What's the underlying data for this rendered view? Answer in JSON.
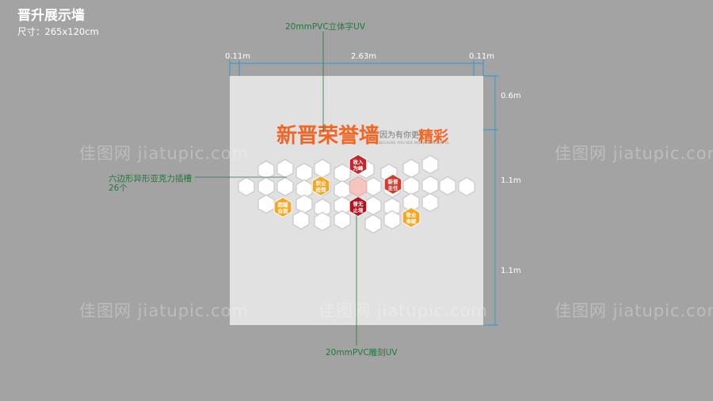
{
  "header": {
    "title": "晋升展示墙",
    "size": "尺寸：265x120cm"
  },
  "callouts": {
    "top": "20mmPVC立体字UV",
    "left_line1": "六边形异形亚克力插槽",
    "left_line2": "26个",
    "bottom": "20mmPVC雕刻UV"
  },
  "dimensions": {
    "width_left": "0.11m",
    "width_center": "2.63m",
    "width_right": "0.11m",
    "height_top": "0.6m",
    "height_middle": "1.1m",
    "height_bottom": "1.1m"
  },
  "wall": {
    "headline": "新晋荣誉墙",
    "slogan_cn": "因为有你更",
    "slogan_en": "BECAUSE YOU ARE MORE WONDERFUL",
    "highlight": "精彩",
    "badges": [
      {
        "label": "收入为峰",
        "color": "#c1272d"
      },
      {
        "label": "职业经理",
        "color": "#f5a623"
      },
      {
        "label": "新晋主任",
        "color": "#d33a2c"
      },
      {
        "label": "超越自我",
        "color": "#f5a623"
      },
      {
        "label": "晋无止境",
        "color": "#b5121b"
      },
      {
        "label": "敬业奉献",
        "color": "#f5a623"
      }
    ]
  },
  "watermark": "佳图网 jiatupic.com",
  "colors": {
    "background": "#a3a3a3",
    "panel": "#e1e1e1",
    "accent": "#f26522",
    "dimension_line": "#2b9ad1",
    "callout": "#1f7a3a"
  }
}
